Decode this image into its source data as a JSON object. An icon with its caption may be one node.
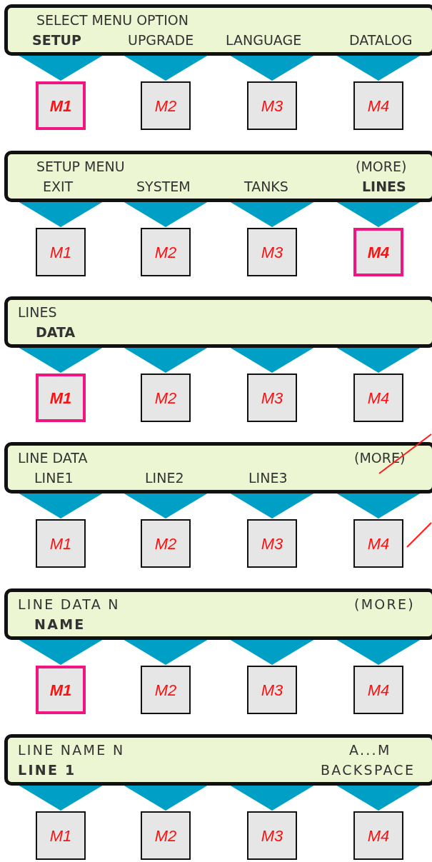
{
  "diagram": {
    "nodes": [
      {
        "text": [
          "SELECT MENU OPTION",
          "**SETUP**",
          "UPGRADE",
          "LANGUAGE",
          "DATALOG"
        ]
      },
      {
        "text": [
          "M1"
        ]
      },
      {
        "text": [
          "M2"
        ]
      },
      {
        "text": [
          "M3"
        ]
      },
      {
        "text": [
          "M4"
        ]
      },
      {
        "text": [
          "SETUP MENU",
          "(MORE)",
          "EXIT",
          "SYSTEM",
          "TANKS",
          "**LINES**"
        ]
      },
      {
        "text": [
          "M1"
        ]
      },
      {
        "text": [
          "M2"
        ]
      },
      {
        "text": [
          "M3"
        ]
      },
      {
        "text": [
          "M4"
        ]
      },
      {
        "text": [
          "LINES",
          "**DATA**"
        ]
      },
      {
        "text": [
          "M1"
        ]
      },
      {
        "text": [
          "M2"
        ]
      },
      {
        "text": [
          "M3"
        ]
      },
      {
        "text": [
          "M4"
        ]
      },
      {
        "text": [
          "LINE DATA",
          "(MORE)",
          "LINE1",
          "LINE2",
          "LINE3"
        ]
      },
      {
        "text": [
          "M1"
        ]
      },
      {
        "text": [
          "M2"
        ]
      },
      {
        "text": [
          "M3"
        ]
      },
      {
        "text": [
          "M4"
        ]
      },
      {
        "text": [
          "LINE DATA N",
          "(MORE)",
          "**NAME**"
        ]
      },
      {
        "text": [
          "M1"
        ]
      },
      {
        "text": [
          "M2"
        ]
      },
      {
        "text": [
          "M3"
        ]
      },
      {
        "text": [
          "M4"
        ]
      },
      {
        "text": [
          "LINE NAME N",
          "A...M",
          "**LINE 1**",
          "BACKSPACE"
        ]
      },
      {
        "text": [
          "M1"
        ]
      },
      {
        "text": [
          "M2"
        ]
      },
      {
        "text": [
          "M3"
        ]
      },
      {
        "text": [
          "M4"
        ]
      }
    ],
    "edges": [
      {
        "from": 0,
        "to": 1,
        "arrow": "to"
      },
      {
        "from": 0,
        "to": 2,
        "arrow": "to"
      },
      {
        "from": 0,
        "to": 3,
        "arrow": "to"
      },
      {
        "from": 0,
        "to": 4,
        "arrow": "to"
      },
      {
        "from": 5,
        "to": 6,
        "arrow": "to"
      },
      {
        "from": 5,
        "to": 7,
        "arrow": "to"
      },
      {
        "from": 5,
        "to": 8,
        "arrow": "to"
      },
      {
        "from": 5,
        "to": 9,
        "arrow": "to"
      },
      {
        "from": 10,
        "to": 11,
        "arrow": "to"
      },
      {
        "from": 10,
        "to": 12,
        "arrow": "to"
      },
      {
        "from": 10,
        "to": 13,
        "arrow": "to"
      },
      {
        "from": 10,
        "to": 14,
        "arrow": "to"
      },
      {
        "from": 15,
        "to": 16,
        "arrow": "to"
      },
      {
        "from": 15,
        "to": 17,
        "arrow": "to"
      },
      {
        "from": 15,
        "to": 18,
        "arrow": "to"
      },
      {
        "from": 15,
        "to": 19,
        "arrow": "to"
      },
      {
        "from": 20,
        "to": 21,
        "arrow": "to"
      },
      {
        "from": 20,
        "to": 22,
        "arrow": "to"
      },
      {
        "from": 20,
        "to": 23,
        "arrow": "to"
      },
      {
        "from": 20,
        "to": 24,
        "arrow": "to"
      },
      {
        "from": 25,
        "to": 26,
        "arrow": "to"
      },
      {
        "from": 25,
        "to": 27,
        "arrow": "to"
      },
      {
        "from": 25,
        "to": 28,
        "arrow": "to"
      },
      {
        "from": 25,
        "to": 29,
        "arrow": "to"
      }
    ]
  }
}
